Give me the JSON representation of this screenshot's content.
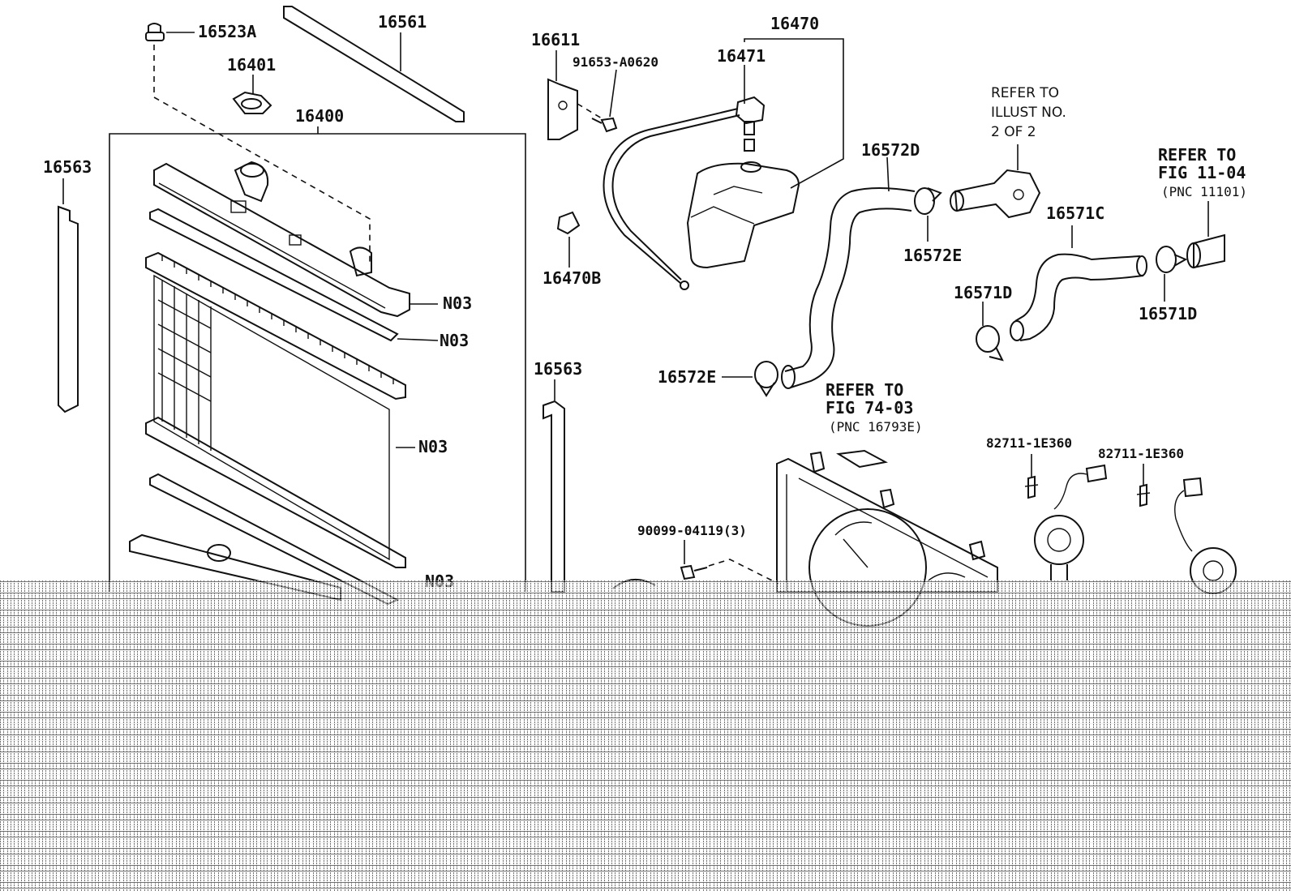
{
  "labels": {
    "p16523A": "16523A",
    "p16561": "16561",
    "p16401": "16401",
    "p16400": "16400",
    "p16563a": "16563",
    "p16563b": "16563",
    "n03a": "N03",
    "n03b": "N03",
    "n03c": "N03",
    "n03d": "N03",
    "p16611": "16611",
    "p91653": "91653-A0620",
    "p16470": "16470",
    "p16471": "16471",
    "p16470B": "16470B",
    "p16572D": "16572D",
    "p16572Ea": "16572E",
    "p16572Eb": "16572E",
    "p16571C": "16571C",
    "p16571Da": "16571D",
    "p16571Db": "16571D",
    "p82711a": "82711-1E360",
    "p82711b": "82711-1E360",
    "p90099": "90099-04119(3)"
  },
  "refer_notes": {
    "illust": [
      "REFER TO",
      "ILLUST NO.",
      "2 OF 2"
    ],
    "fig1104": [
      "REFER TO",
      "FIG 11-04",
      "(PNC 11101)"
    ],
    "fig7403": [
      "REFER TO",
      "FIG 74-03",
      "(PNC 16793E)"
    ]
  }
}
